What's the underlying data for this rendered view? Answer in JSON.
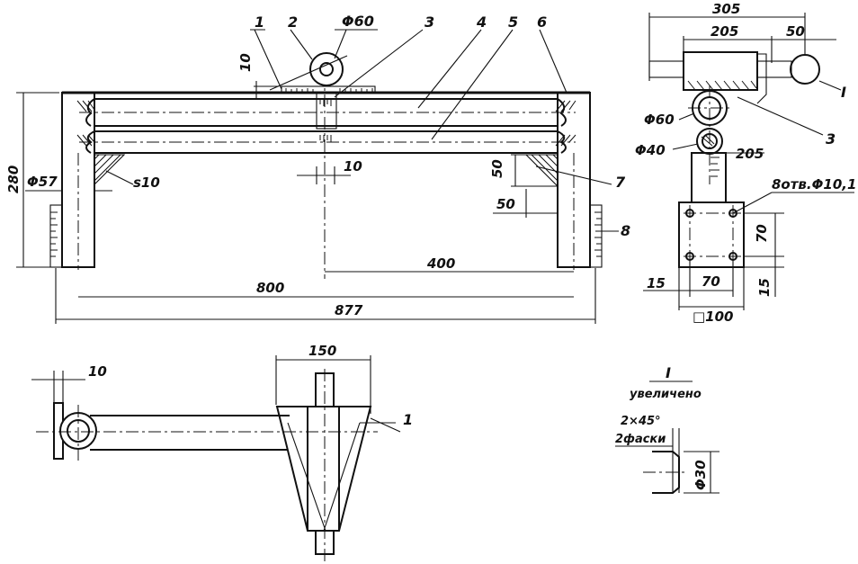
{
  "callouts": {
    "c1": "1",
    "c2": "2",
    "c3": "3",
    "c4": "4",
    "c5": "5",
    "c6": "6",
    "c7": "7",
    "c8": "8",
    "c3_side": "3",
    "c1_plan": "1",
    "detail_ref": "I"
  },
  "dimensions": {
    "d_phi60_top": "Φ60",
    "d_10_top": "10",
    "d_280": "280",
    "d_phi57": "Φ57",
    "d_s10": "s10",
    "d_10_mid": "10",
    "d_50_v": "50",
    "d_50_h": "50",
    "d_400": "400",
    "d_800": "800",
    "d_877": "877",
    "d_305": "305",
    "d_205_top": "205",
    "d_50_side": "50",
    "d_phi60_side": "Φ60",
    "d_phi40_side": "Φ40",
    "d_205_side": "205",
    "d_holes": "8отв.Φ10,1",
    "d_70_v": "70",
    "d_15_h": "15",
    "d_70_h": "70",
    "d_15_v": "15",
    "d_square100": "□100",
    "d_10_plan": "10",
    "d_150": "150"
  },
  "detail": {
    "title": "I",
    "subtitle": "увеличено",
    "chamfer": "2×45°",
    "chamfer_note": "2фаски",
    "diameter": "Φ30"
  }
}
